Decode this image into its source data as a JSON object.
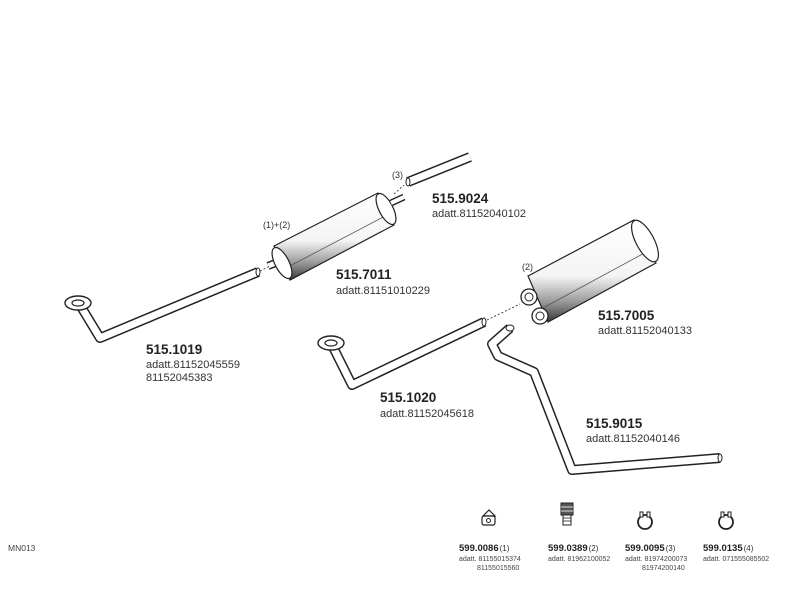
{
  "diagram_code": "MN013",
  "parts": {
    "p9024": {
      "number": "515.9024",
      "adatt": [
        "adatt.81152040102"
      ],
      "qty_note": "(3)"
    },
    "p7011": {
      "number": "515.7011",
      "adatt": [
        "adatt.81151010229"
      ],
      "qty_note": "(1)+(2)"
    },
    "p1019": {
      "number": "515.1019",
      "adatt": [
        "adatt.81152045559",
        "81152045383"
      ]
    },
    "p7005": {
      "number": "515.7005",
      "adatt": [
        "adatt.81152040133"
      ],
      "qty_note": "(2)"
    },
    "p1020": {
      "number": "515.1020",
      "adatt": [
        "adatt.81152045618"
      ]
    },
    "p9015": {
      "number": "515.9015",
      "adatt": [
        "adatt.81152040146"
      ]
    }
  },
  "small_parts": [
    {
      "number": "599.0086",
      "qty": "(1)",
      "adatt": [
        "adatt. 81155015374",
        "81155015560"
      ],
      "icon": "rubber-hanger-icon"
    },
    {
      "number": "599.0389",
      "qty": "(2)",
      "adatt": [
        "adatt. 81962100052"
      ],
      "icon": "mounting-bolt-icon"
    },
    {
      "number": "599.0095",
      "qty": "(3)",
      "adatt": [
        "adatt. 81974200073",
        "81974200140"
      ],
      "icon": "pipe-clamp-icon"
    },
    {
      "number": "599.0135",
      "qty": "(4)",
      "adatt": [
        "adatt. 071555085502"
      ],
      "icon": "pipe-clamp-icon"
    }
  ],
  "colors": {
    "line": "#222222",
    "fill": "#ffffff",
    "shade": "#cfcfcf",
    "dark": "#3a3a3a"
  }
}
